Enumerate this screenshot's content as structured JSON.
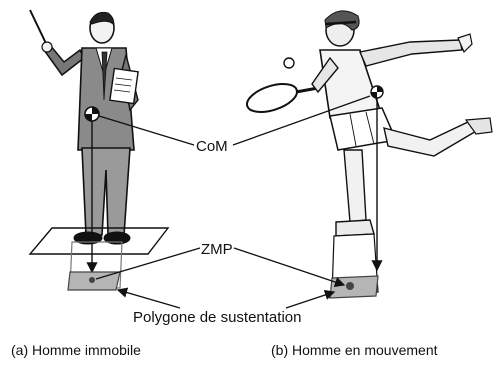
{
  "labels": {
    "com": "CoM",
    "zmp": "ZMP",
    "polygon": "Polygone de sustentation",
    "caption_a": "(a) Homme immobile",
    "caption_b": "(b) Homme en mouvement"
  },
  "figures": {
    "left": "standing man",
    "right": "tennis player in motion"
  },
  "colors": {
    "line": "#111111",
    "fill_gray": "#b5b5b5",
    "dark_gray": "#444444"
  },
  "icons": {
    "arrow": "arrowhead"
  }
}
